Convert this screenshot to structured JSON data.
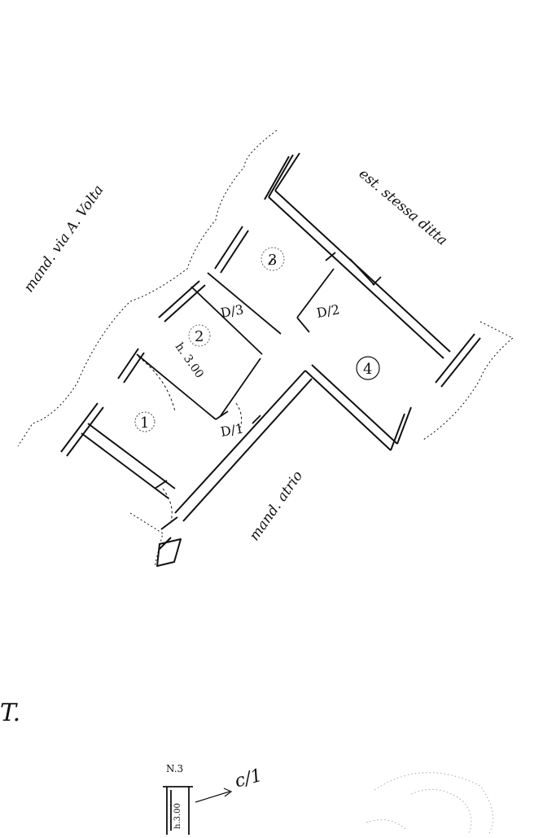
{
  "street_labels": {
    "upper_left": "mand. via A. Volta",
    "upper_right": "est. stessa ditta",
    "lower": "mand. atrio"
  },
  "rooms": [
    {
      "number": "1",
      "note": ""
    },
    {
      "number": "2",
      "note": "h. 3.00"
    },
    {
      "number": "3",
      "note": ""
    },
    {
      "number": "4",
      "note": ""
    }
  ],
  "door_marks": [
    {
      "text": "D/1"
    },
    {
      "text": "D/3"
    },
    {
      "text": "D/2"
    }
  ],
  "margin_mark": "T.",
  "bottom_detail": {
    "header": "N.3",
    "vertical_note": "h.3.00",
    "ratio": "c/1"
  }
}
